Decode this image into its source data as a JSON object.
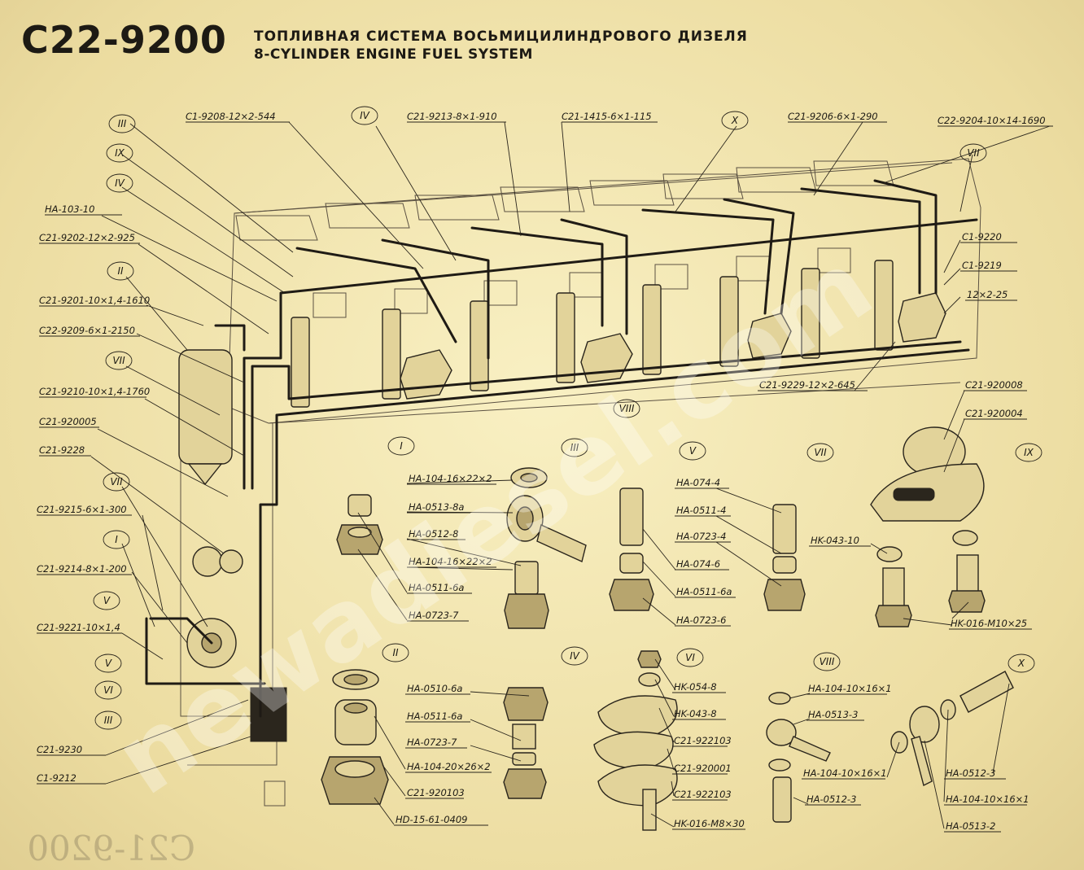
{
  "header": {
    "code": "C22-9200",
    "title_ru": "ТОПЛИВНАЯ СИСТЕМА ВОСЬМИЦИЛИНДРОВОГО ДИЗЕЛЯ",
    "title_en": "8-CYLINDER ENGINE FUEL SYSTEM"
  },
  "watermark": "newadiesel.com",
  "mirrored_code": "C21-9200",
  "top_labels": [
    {
      "text": "C1-9208-12×2-544"
    },
    {
      "text": "C21-9213-8×1-910"
    },
    {
      "text": "C21-1415-6×1-115"
    },
    {
      "text": "C21-9206-6×1-290"
    },
    {
      "text": "C22-9204-10×14-1690"
    }
  ],
  "left_labels": [
    {
      "text": "HA-103-10"
    },
    {
      "text": "C21-9202-12×2-925"
    },
    {
      "text": "C21-9201-10×1,4-1610"
    },
    {
      "text": "C22-9209-6×1-2150"
    },
    {
      "text": "C21-9210-10×1,4-1760"
    },
    {
      "text": "C21-920005"
    },
    {
      "text": "C21-9228"
    },
    {
      "text": "C21-9215-6×1-300"
    },
    {
      "text": "C21-9214-8×1-200"
    },
    {
      "text": "C21-9221-10×1,4"
    },
    {
      "text": "C21-9230"
    },
    {
      "text": "C1-9212"
    }
  ],
  "right_labels": [
    {
      "text": "C1-9220"
    },
    {
      "text": "C1-9219"
    },
    {
      "text": "12×2-25"
    },
    {
      "text": "C21-9229-12×2-645"
    },
    {
      "text": "C21-920008"
    },
    {
      "text": "C21-920004"
    }
  ],
  "detail_labels": {
    "g3": [
      "HA-104-16×22×2",
      "HA-0513-8a",
      "HA-0512-8",
      "HA-104-16×22×2",
      "HA-0511-6a",
      "HA-0723-7"
    ],
    "g5": [
      "HA-074-4",
      "HA-0511-4",
      "HA-0723-4",
      "HA-074-6",
      "HA-0511-6a",
      "HA-0723-6"
    ],
    "g7": [
      "HK-043-10",
      "HK-016-M10×25"
    ],
    "g2": [
      "HA-0510-6a",
      "HA-0511-6a",
      "HA-0723-7",
      "HA-104-20×26×2",
      "C21-920103",
      "HD-15-61-0409"
    ],
    "g6": [
      "HK-054-8",
      "HK-043-8",
      "C21-922103",
      "C21-920001",
      "C21-922103",
      "HK-016-M8×30"
    ],
    "g8": [
      "HA-104-10×16×1",
      "HA-0513-3",
      "HA-104-10×16×1",
      "HA-0512-3"
    ],
    "g10": [
      "HA-0512-3",
      "HA-104-10×16×1",
      "HA-0513-2"
    ]
  },
  "roman_markers": [
    "III",
    "IX",
    "IV",
    "II",
    "VII",
    "VII",
    "I",
    "V",
    "V",
    "VI",
    "III",
    "IV",
    "X",
    "VII",
    "VIII",
    "I",
    "III",
    "V",
    "VII",
    "IX",
    "II",
    "IV",
    "VI",
    "VIII",
    "X"
  ]
}
